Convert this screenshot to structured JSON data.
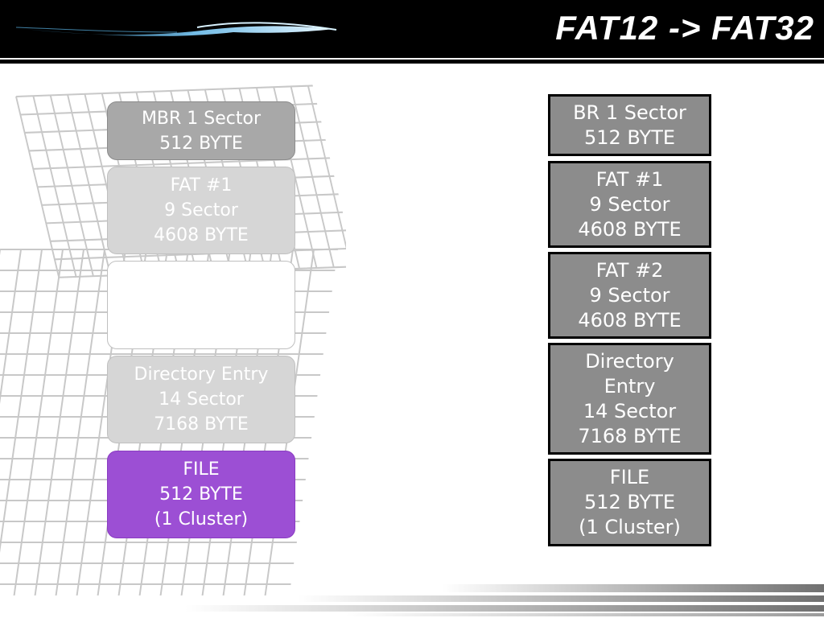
{
  "slide": {
    "title": "FAT12 -> FAT32"
  },
  "fat12_layout": {
    "blocks": [
      {
        "id": "mbr",
        "text": "MBR 1 Sector\n512 BYTE"
      },
      {
        "id": "fat1",
        "text": "FAT #1\n9 Sector\n4608 BYTE"
      },
      {
        "id": "fat2",
        "text": ""
      },
      {
        "id": "directory",
        "text": "Directory Entry\n14 Sector\n7168 BYTE"
      },
      {
        "id": "file",
        "text": "FILE\n512 BYTE\n(1 Cluster)"
      }
    ]
  },
  "fat32_layout": {
    "blocks": [
      {
        "id": "br",
        "text": "BR 1 Sector\n512 BYTE"
      },
      {
        "id": "fat1",
        "text": "FAT #1\n9 Sector\n4608 BYTE"
      },
      {
        "id": "fat2",
        "text": "FAT #2\n9 Sector\n4608 BYTE"
      },
      {
        "id": "directory",
        "text": "Directory\nEntry\n14 Sector\n7168 BYTE"
      },
      {
        "id": "file",
        "text": "FILE\n512 BYTE\n(1 Cluster)"
      }
    ]
  },
  "colors": {
    "header_bg": "#000000",
    "highlight_file": "#9c4fd4",
    "fat32_block": "#8c8c8c",
    "fat12_block_light": "#d6d6d6",
    "fat12_block_mbr": "#a8a8a8"
  }
}
